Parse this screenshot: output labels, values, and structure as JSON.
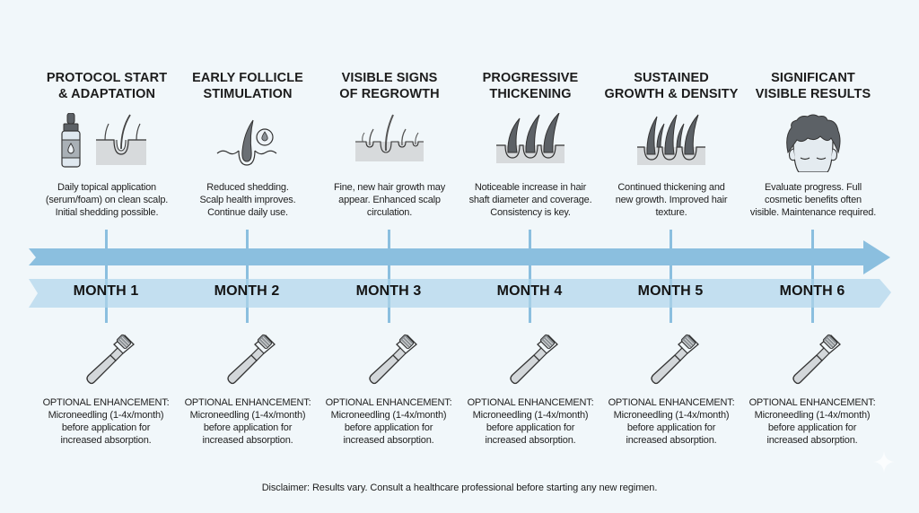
{
  "colors": {
    "background": "#f1f7fa",
    "arrow": "#8bbfdf",
    "band": "#c3dff0",
    "icon_fill": "#5c6166",
    "icon_light": "#d9dcdf",
    "text": "#1c1c1c"
  },
  "stages": [
    {
      "month": "MONTH 1",
      "title_line1": "PROTOCOL START",
      "title_line2": "& ADAPTATION",
      "icon": "serum-dropper-bottle-and-follicle-icon",
      "desc_line1": "Daily topical application",
      "desc_line2": "(serum/foam) on clean scalp.",
      "desc_line3": "Initial shedding possible."
    },
    {
      "month": "MONTH 2",
      "title_line1": "EARLY FOLLICLE",
      "title_line2": "STIMULATION",
      "icon": "follicle-with-droplet-icon",
      "desc_line1": "Reduced shedding.",
      "desc_line2": "Scalp health improves.",
      "desc_line3": "Continue daily use."
    },
    {
      "month": "MONTH 3",
      "title_line1": "VISIBLE SIGNS",
      "title_line2": "OF REGROWTH",
      "icon": "fine-new-hairs-icon",
      "desc_line1": "Fine, new hair growth may",
      "desc_line2": "appear. Enhanced scalp",
      "desc_line3": "circulation."
    },
    {
      "month": "MONTH 4",
      "title_line1": "PROGRESSIVE",
      "title_line2": "THICKENING",
      "icon": "thickening-hairs-icon",
      "desc_line1": "Noticeable increase in hair",
      "desc_line2": "shaft diameter and coverage.",
      "desc_line3": "Consistency is key."
    },
    {
      "month": "MONTH 5",
      "title_line1": "SUSTAINED",
      "title_line2": "GROWTH & DENSITY",
      "icon": "dense-hairs-icon",
      "desc_line1": "Continued thickening and",
      "desc_line2": "new growth. Improved hair",
      "desc_line3": "texture."
    },
    {
      "month": "MONTH 6",
      "title_line1": "SIGNIFICANT",
      "title_line2": "VISIBLE RESULTS",
      "icon": "full-hair-head-icon",
      "desc_line1": "Evaluate progress. Full",
      "desc_line2": "cosmetic benefits often",
      "desc_line3": "visible. Maintenance required."
    }
  ],
  "optional": {
    "icon": "derma-roller-icon",
    "line1": "OPTIONAL ENHANCEMENT:",
    "line2": "Microneedling (1-4x/month)",
    "line3": "before application for",
    "line4": "increased absorption."
  },
  "disclaimer": "Disclaimer: Results vary. Consult a healthcare professional before starting any new regimen."
}
